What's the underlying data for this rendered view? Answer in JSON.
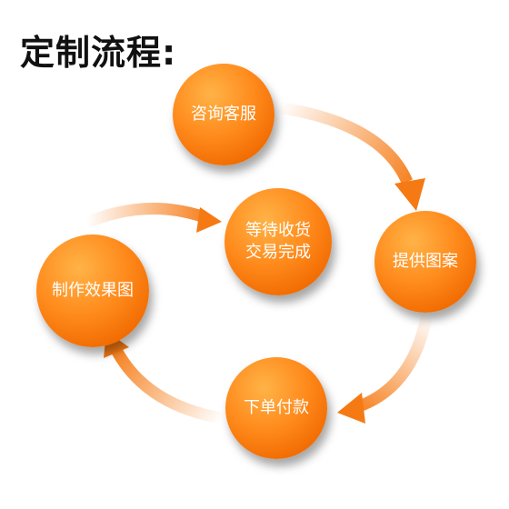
{
  "title": "定制流程:",
  "colors": {
    "node": "#ff8a1c",
    "node_dark": "#e06400",
    "arrow": "#f57a14",
    "title_text": "#111111",
    "node_text": "#ffffff"
  },
  "nodes": [
    {
      "id": "consult",
      "label": "咨询客服"
    },
    {
      "id": "design",
      "label": "提供图案"
    },
    {
      "id": "order",
      "label": "下单付款"
    },
    {
      "id": "effect",
      "label": "制作效果图"
    },
    {
      "id": "finish",
      "lines": [
        "等待收货",
        "交易完成"
      ]
    }
  ],
  "flow": [
    {
      "from": "consult",
      "to": "design"
    },
    {
      "from": "design",
      "to": "order"
    },
    {
      "from": "order",
      "to": "effect"
    },
    {
      "from": "effect",
      "to": "finish"
    }
  ]
}
